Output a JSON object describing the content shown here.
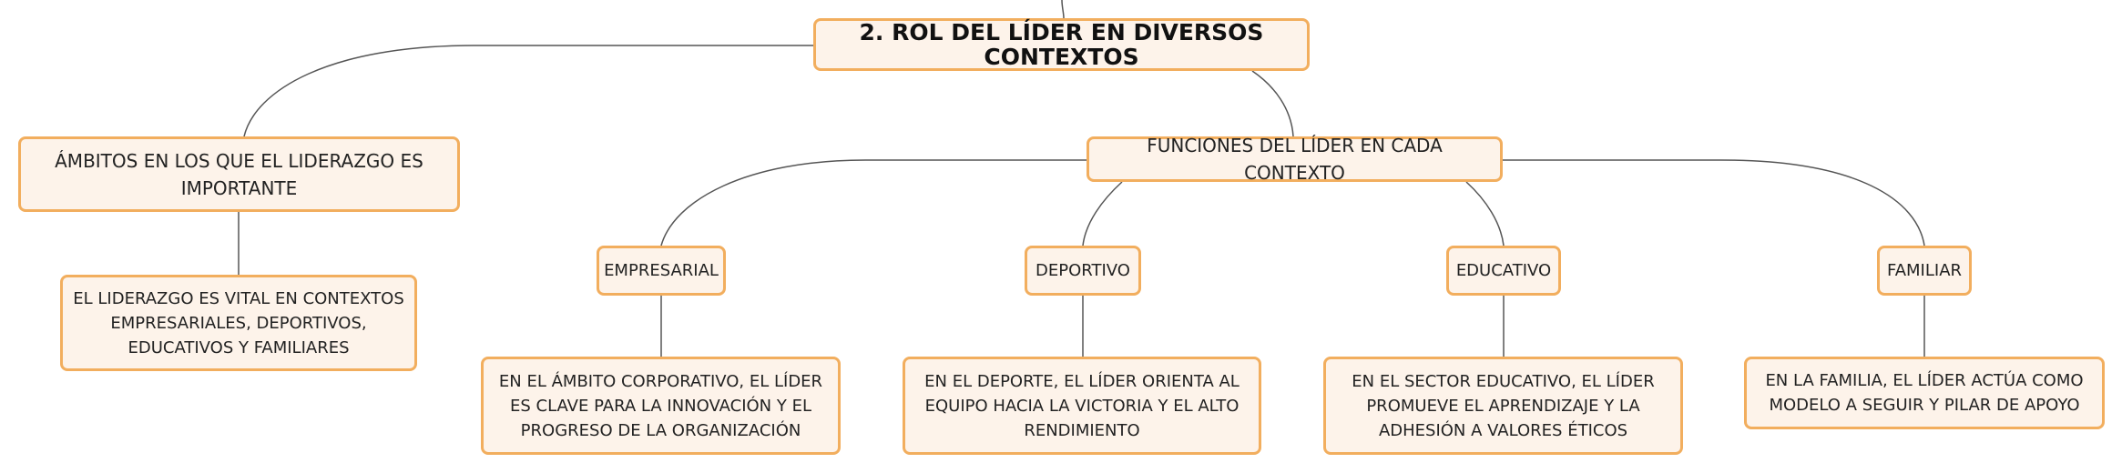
{
  "diagram": {
    "root": {
      "label": "2. ROL DEL LÍDER EN DIVERSOS CONTEXTOS"
    },
    "ambitos": {
      "label": "ÁMBITOS EN LOS QUE EL LIDERAZGO ES IMPORTANTE",
      "detail": "EL LIDERAZGO ES VITAL EN CONTEXTOS EMPRESARIALES, DEPORTIVOS, EDUCATIVOS Y FAMILIARES"
    },
    "funciones": {
      "label": "FUNCIONES DEL LÍDER EN CADA CONTEXTO",
      "contexts": [
        {
          "label": "EMPRESARIAL",
          "detail": "EN EL ÁMBITO CORPORATIVO, EL LÍDER ES CLAVE PARA LA INNOVACIÓN Y EL PROGRESO DE LA ORGANIZACIÓN"
        },
        {
          "label": "DEPORTIVO",
          "detail": "EN EL DEPORTE, EL LÍDER ORIENTA AL EQUIPO HACIA LA VICTORIA Y EL ALTO RENDIMIENTO"
        },
        {
          "label": "EDUCATIVO",
          "detail": "EN EL SECTOR EDUCATIVO, EL LÍDER PROMUEVE EL APRENDIZAJE Y LA ADHESIÓN A VALORES ÉTICOS"
        },
        {
          "label": "FAMILIAR",
          "detail": "EN LA FAMILIA, EL LÍDER ACTÚA COMO MODELO A SEGUIR Y PILAR DE APOYO"
        }
      ]
    },
    "colors": {
      "node_fill": "#fdf3ea",
      "node_border": "#f2ae5e",
      "connector": "#555555"
    }
  }
}
